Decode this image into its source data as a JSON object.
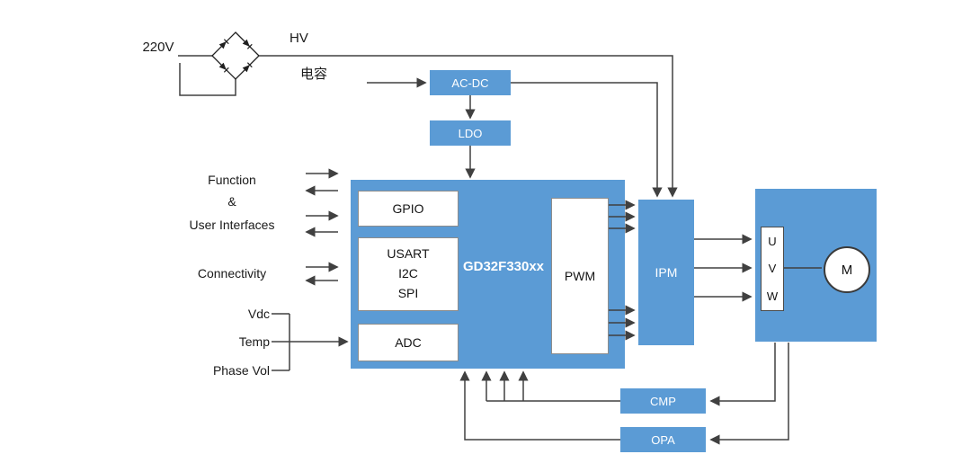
{
  "power": {
    "v220": "220V",
    "hv": "HV",
    "cap_label": "电容",
    "acdc": "AC-DC",
    "ldo": "LDO"
  },
  "mcu": {
    "name": "GD32F330xx",
    "gpio": "GPIO",
    "usart": "USART",
    "i2c": "I2C",
    "spi": "SPI",
    "adc": "ADC",
    "pwm": "PWM"
  },
  "io_labels": {
    "function1": "Function",
    "function2": "&",
    "function3": "User Interfaces",
    "connectivity": "Connectivity",
    "vdc": "Vdc",
    "temp": "Temp",
    "phase_vol": "Phase Vol"
  },
  "drive": {
    "ipm": "IPM",
    "phase_u": "U",
    "phase_v": "V",
    "phase_w": "W",
    "motor": "M"
  },
  "feedback": {
    "cmp": "CMP",
    "opa": "OPA"
  },
  "colors": {
    "block_blue": "#5b9bd5",
    "line": "#404040",
    "background": "#ffffff"
  }
}
